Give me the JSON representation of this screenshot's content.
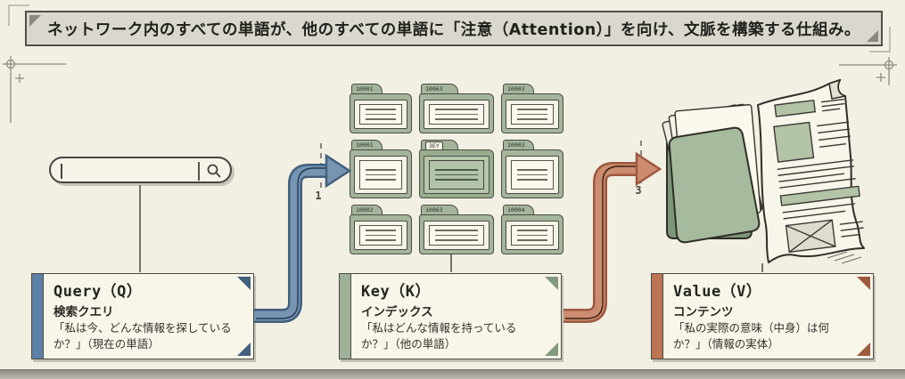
{
  "banner": {
    "text": "ネットワーク内のすべての単語が、他のすべての単語に「注意（Attention）」を向け、文脈を構築する仕組み。"
  },
  "search": {
    "value": "",
    "icon": "magnifier"
  },
  "folders": {
    "grid": [
      {
        "label": "10001",
        "highlighted": false
      },
      {
        "label": "10063",
        "highlighted": false
      },
      {
        "label": "10003",
        "highlighted": false
      },
      {
        "label": "10001",
        "highlighted": false
      },
      {
        "label": "3EY",
        "highlighted": true
      },
      {
        "label": "10003",
        "highlighted": false
      },
      {
        "label": "10002",
        "highlighted": false
      },
      {
        "label": "10063",
        "highlighted": false
      },
      {
        "label": "10004",
        "highlighted": false
      }
    ]
  },
  "steps": {
    "query_to_key": "1",
    "key_to_value": "3"
  },
  "cards": [
    {
      "title": "Query（Q）",
      "subtitle": "検索クエリ",
      "body": "「私は今、どんな情報を探しているか？」（現在の単語）",
      "accent": "#5d80a6",
      "accent_dark": "#41607e"
    },
    {
      "title": "Key（K）",
      "subtitle": "インデックス",
      "body": "「私はどんな情報を持っているか？」（他の単語）",
      "accent": "#9eb297",
      "accent_dark": "#83987c"
    },
    {
      "title": "Value（V）",
      "subtitle": "コンテンツ",
      "body": "「私の実際の意味（中身）は何か？」（情報の実体）",
      "accent": "#bd7454",
      "accent_dark": "#9d5a3f"
    }
  ],
  "colors": {
    "background": "#f2efe3",
    "arrow_blue_fill": "#7795b2",
    "arrow_blue_edge": "#41607e",
    "arrow_orange_fill": "#cb8c6f",
    "arrow_orange_edge": "#9d5940",
    "ink": "#33322c"
  }
}
